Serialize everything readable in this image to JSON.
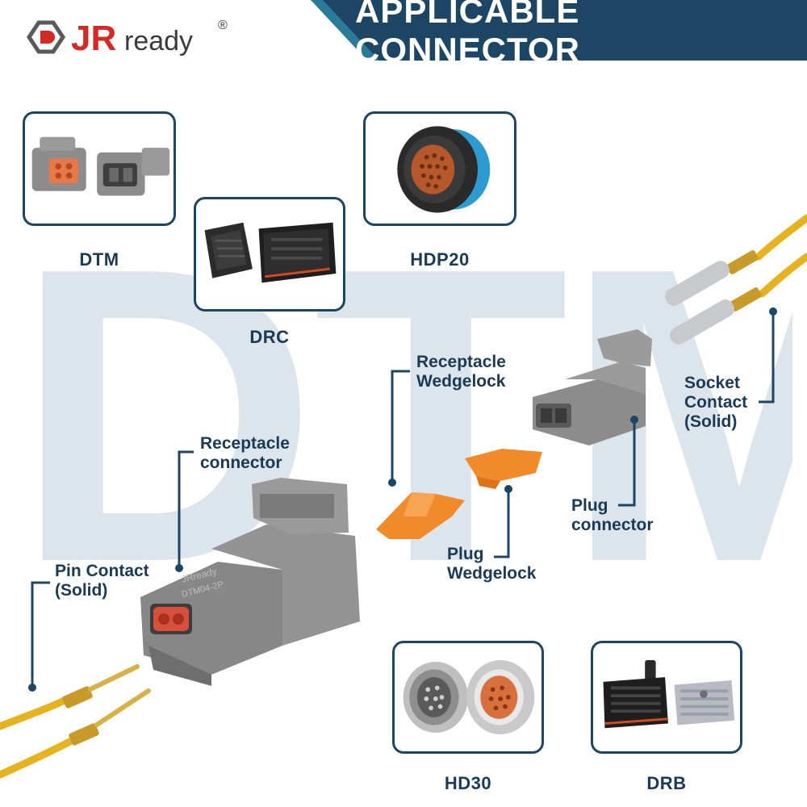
{
  "brand": {
    "logo_text": "JR",
    "logo_suffix": "ready",
    "registered_mark": "®"
  },
  "header": {
    "title": "APPLICABLE CONNECTOR"
  },
  "watermark": {
    "text": "DTM"
  },
  "cards": {
    "dtm": {
      "label": "DTM"
    },
    "drc": {
      "label": "DRC"
    },
    "hdp20": {
      "label": "HDP20"
    },
    "hd30": {
      "label": "HD30"
    },
    "drb": {
      "label": "DRB"
    }
  },
  "callouts": {
    "receptacle_connector": {
      "line1": "Receptacle",
      "line2": "connector"
    },
    "pin_contact": {
      "line1": "Pin Contact",
      "line2": "(Solid)"
    },
    "receptacle_wedgelock": {
      "line1": "Receptacle",
      "line2": "Wedgelock"
    },
    "plug_wedgelock": {
      "line1": "Plug",
      "line2": "Wedgelock"
    },
    "plug_connector": {
      "line1": "Plug",
      "line2": "connector"
    },
    "socket_contact": {
      "line1": "Socket",
      "line2": "Contact",
      "line3": "(Solid)"
    }
  },
  "connector_print": {
    "brand": "JRready",
    "part_number": "DTM04-2P"
  },
  "colors": {
    "navy": "#1d4564",
    "teal_accent": "#2a7a9a",
    "brand_red": "#d42a25",
    "connector_gray": "#8c8c8c",
    "wedgelock_orange": "#f18a2a",
    "wire_yellow": "#e7b21f",
    "watermark": "#dde5ec"
  }
}
